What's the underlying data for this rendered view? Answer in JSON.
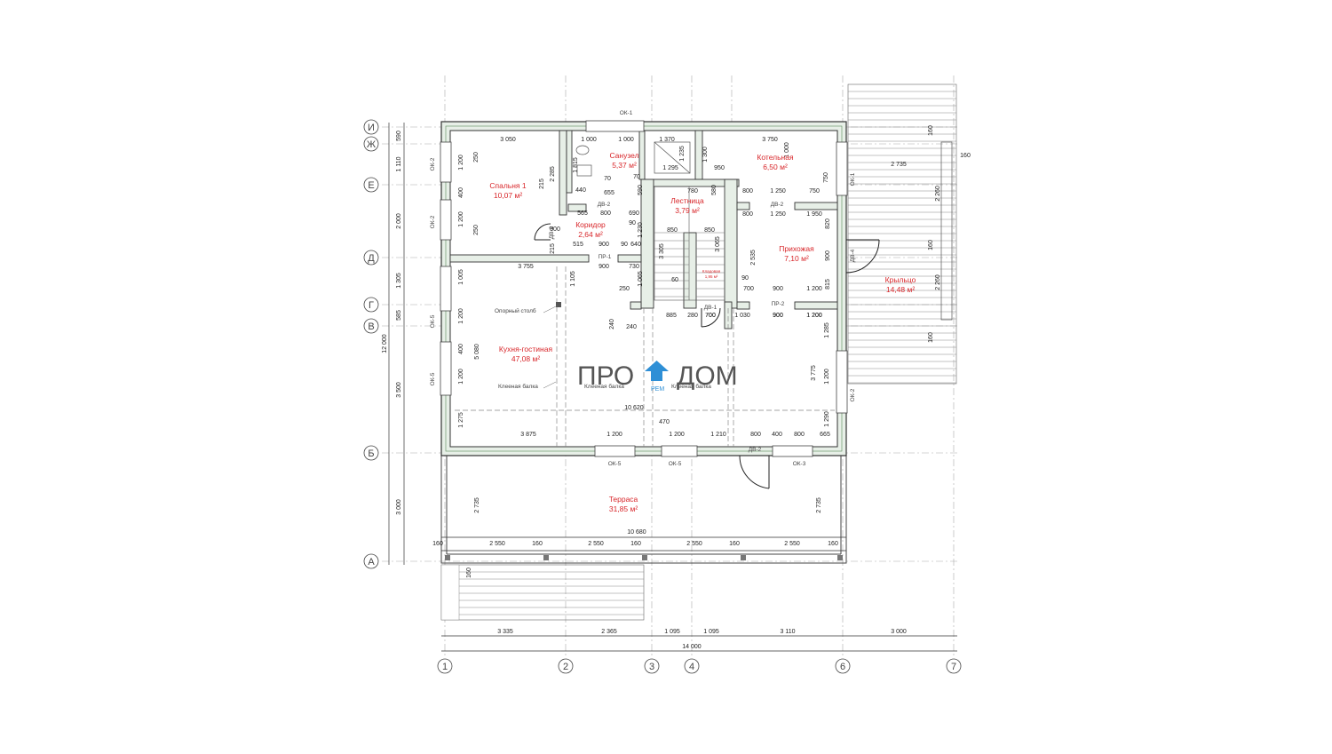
{
  "axes": {
    "rows": [
      "И",
      "Ж",
      "Е",
      "Д",
      "Г",
      "В",
      "Б",
      "А"
    ],
    "cols": [
      "1",
      "2",
      "3",
      "4",
      "6",
      "7"
    ]
  },
  "rooms": [
    {
      "id": "bedroom",
      "name": "Спальня 1",
      "area": "10,07 м²"
    },
    {
      "id": "bathroom",
      "name": "Санузел",
      "area": "5,37 м²"
    },
    {
      "id": "boiler",
      "name": "Котельная",
      "area": "6,50 м²"
    },
    {
      "id": "stairs",
      "name": "Лестница",
      "area": "3,79 м²"
    },
    {
      "id": "corridor",
      "name": "Коридор",
      "area": "2,64 м²"
    },
    {
      "id": "hall",
      "name": "Прихожая",
      "area": "7,10 м²"
    },
    {
      "id": "porch",
      "name": "Крыльцо",
      "area": "14,48 м²"
    },
    {
      "id": "pantry",
      "name": "Кладовая",
      "area": "1,95 м²"
    },
    {
      "id": "kitchen",
      "name": "Кухня-гостиная",
      "area": "47,08 м²"
    },
    {
      "id": "terrace",
      "name": "Терраса",
      "area": "31,85 м²"
    }
  ],
  "labels": {
    "window_ok1_top": "ОК-1",
    "window_ok1_right": "ОК-1",
    "window_ok2_a": "ОК-2",
    "window_ok2_b": "ОК-2",
    "window_ok2_right": "ОК-2",
    "window_ok5_a": "ОК-5",
    "window_ok5_b": "ОК-5",
    "window_ok5_c": "ОК-5",
    "window_ok5_d": "ОК-5",
    "window_ok3": "ОК-3",
    "door_dv2_a": "ДВ-2",
    "door_dv2_b": "ДВ-2",
    "door_dv2_c": "ДВ-2",
    "door_dv2_d": "ДВ-2",
    "door_dv1": "ДВ-1",
    "door_dv4": "ДВ-4",
    "opening_pr1": "ПР-1",
    "opening_pr2": "ПР-2",
    "support_post": "Опорный столб",
    "beam_1": "Клееная балка",
    "beam_2": "Клееная балка",
    "beam_3": "Клееная балка"
  },
  "logo": {
    "left": "ПРО",
    "right": "ДОМ",
    "sub": "РЕМ",
    "brand_color": "#2e8fd6"
  },
  "dims": {
    "bottom_spans": [
      "3 335",
      "2 365",
      "1 095",
      "1 095",
      "3 110",
      "3 000"
    ],
    "bottom_total": "14 000",
    "left_spans": [
      "590",
      "1 110",
      "2 000",
      "1 305",
      "585",
      "3 500",
      "3 000"
    ],
    "left_total": "12 000",
    "terrace_spans": [
      "2 550",
      "2 550",
      "2 550",
      "2 550"
    ],
    "terrace_posts": [
      "160",
      "160",
      "160",
      "160",
      "160"
    ],
    "terrace_total": "10 680",
    "terrace_height_l": "2 735",
    "terrace_height_r": "2 735",
    "terrace_step": "160",
    "kitchen_width": "10 620",
    "kitchen_height": "5 080",
    "kitchen_right_h": "3 775",
    "bottom_wall": [
      "3 875",
      "1 200",
      "1 200",
      "1 210",
      "800",
      "400",
      "800",
      "665"
    ],
    "top_wall": [
      "3 050",
      "1 000",
      "1 000",
      "1 370",
      "3 750"
    ],
    "bedroom_left": [
      "1 200",
      "400",
      "1 200"
    ],
    "kitchen_left": [
      "1 005",
      "1 200",
      "400",
      "1 200",
      "1 275"
    ],
    "kitchen_right": [
      "1 285",
      "1 200",
      "1 290"
    ],
    "porch_dims": [
      "2 735",
      "2 260",
      "2 260",
      "160",
      "160",
      "160",
      "160"
    ],
    "misc": [
      "250",
      "250",
      "2 285",
      "215",
      "215",
      "1 815",
      "440",
      "70",
      "70",
      "1 295",
      "1 300",
      "950",
      "1 235",
      "655",
      "590",
      "580",
      "780",
      "1 000",
      "750",
      "800",
      "1 250",
      "750",
      "800",
      "1 250",
      "1 950",
      "565",
      "800",
      "690",
      "90",
      "1 230",
      "800",
      "515",
      "900",
      "90",
      "640",
      "3 755",
      "900",
      "730",
      "1 105",
      "1 065",
      "250",
      "60",
      "850",
      "850",
      "3 305",
      "3 065",
      "2 535",
      "820",
      "900",
      "815",
      "90",
      "700",
      "900",
      "1 200",
      "700",
      "900",
      "1 200",
      "885",
      "280",
      "700",
      "1 030",
      "900",
      "1 200",
      "240",
      "240",
      "470"
    ]
  }
}
